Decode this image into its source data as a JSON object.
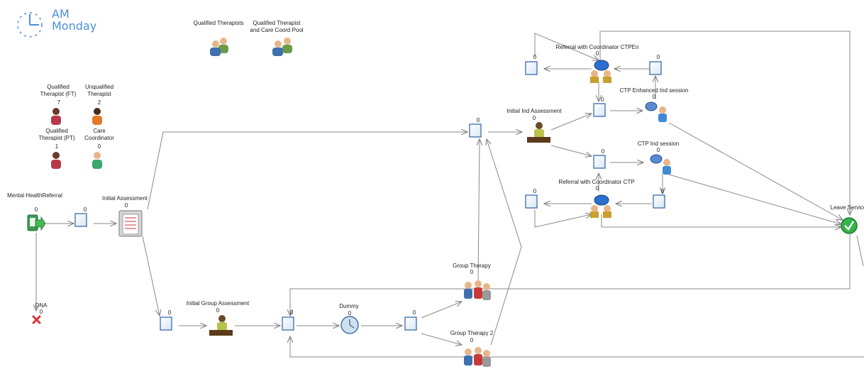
{
  "clock": {
    "period": "AM",
    "day": "Monday"
  },
  "resource_pools": {
    "qualified_therapists": "Qualified Therapists",
    "qt_care_coord_pool": "Qualified Therapist and Care Coord Pool"
  },
  "resources": {
    "qt_ft": {
      "label": "Qualified Therapist (FT)",
      "count": "7"
    },
    "unqualified": {
      "label": "Unqualified Therapist",
      "count": "2"
    },
    "qt_pt": {
      "label": "Qualified Therapist (PT)",
      "count": "1"
    },
    "care_coord": {
      "label": "Care Coordinator",
      "count": "0"
    }
  },
  "nodes": {
    "referral": {
      "label": "Mental HealthReferral",
      "count": "0"
    },
    "dna": {
      "label": "DNA",
      "count": "0"
    },
    "initial_assessment": {
      "label": "Initial Assessment",
      "count": "0"
    },
    "initial_ind": {
      "label": "Initial Ind Assessment",
      "count": "0"
    },
    "initial_group": {
      "label": "Initial Group Assessment",
      "count": "0"
    },
    "dummy": {
      "label": "Dummy",
      "count": "0"
    },
    "group_therapy": {
      "label": "Group Therapy",
      "count": "0"
    },
    "group_therapy_2": {
      "label": "Group Therapy 2",
      "count": "0"
    },
    "ref_ctpen": {
      "label": "Referral with Coordinator CTPEn",
      "count": "0"
    },
    "ctp_enh": {
      "label": "CTP Enhanced Ind session",
      "count": "0"
    },
    "ctp_ind": {
      "label": "CTP Ind session",
      "count": "0"
    },
    "ref_ctp": {
      "label": "Referral with Coordinator CTP",
      "count": "0"
    },
    "leave": {
      "label": "Leave Service"
    }
  },
  "queues": {
    "q1": "0",
    "q_ind": "0",
    "q_grp": "0",
    "q_dummy_in": "0",
    "q_dummy_out": "0",
    "q_ctpen_left": "0",
    "q_ctpen_right": "0",
    "q_enh": "0",
    "q_ind_s": "0",
    "q_ctp_left": "0",
    "q_ctp_right": "0"
  }
}
